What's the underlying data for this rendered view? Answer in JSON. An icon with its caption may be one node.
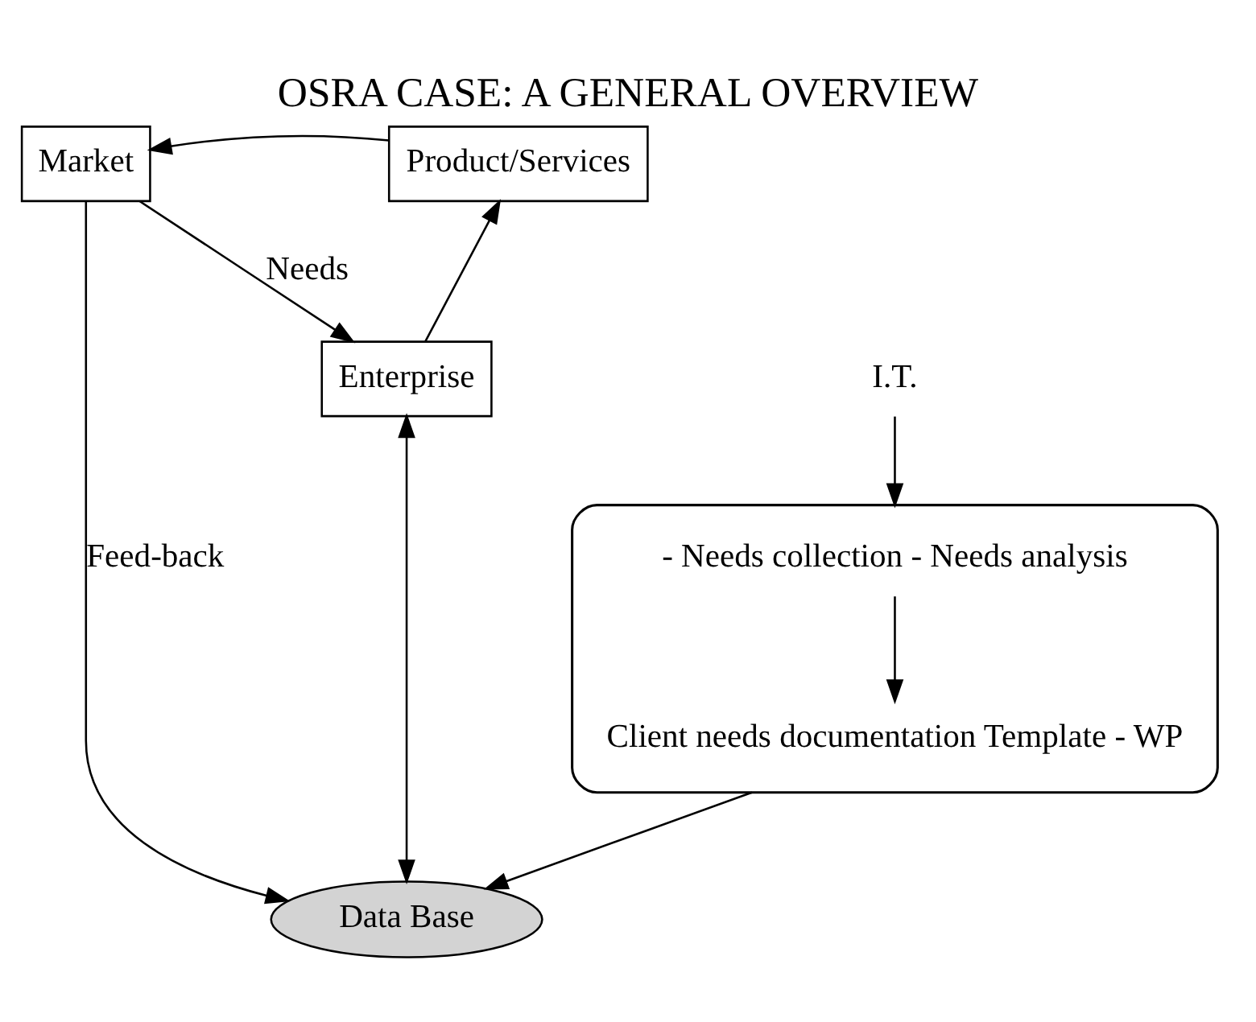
{
  "diagram": {
    "title": "OSRA CASE: A GENERAL OVERVIEW",
    "nodes": [
      {
        "text": [
          "Market"
        ]
      },
      {
        "text": [
          "Product/Services"
        ]
      },
      {
        "text": [
          "Enterprise"
        ]
      },
      {
        "text": [],
        "shape": "ellipse"
      },
      {
        "text": [
          "- Needs collection - Needs analysis"
        ],
        "in": 3
      },
      {
        "text": [
          "Client needs documentation Template - WP"
        ],
        "in": 3
      },
      {
        "text": [
          "Data Base"
        ]
      },
      {
        "text": [
          "I.T."
        ]
      }
    ],
    "edges": [
      {
        "from": 1,
        "to": 0,
        "arrow": "to"
      },
      {
        "from": 0,
        "to": 2,
        "arrow": "to",
        "label": "Needs"
      },
      {
        "from": 2,
        "to": 1,
        "arrow": "to"
      },
      {
        "from": 0,
        "to": 6,
        "arrow": "to",
        "label": "Feed-back"
      },
      {
        "from": 2,
        "to": 6,
        "arrow": "both"
      },
      {
        "from": 7,
        "to": 3,
        "arrow": "to"
      },
      {
        "from": 4,
        "to": 5,
        "arrow": "to"
      },
      {
        "from": 3,
        "to": 6,
        "arrow": "to"
      }
    ]
  }
}
